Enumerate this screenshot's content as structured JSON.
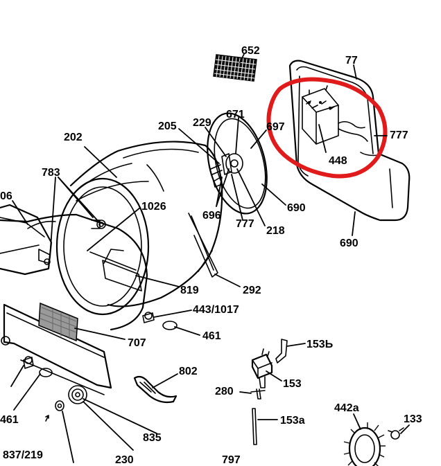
{
  "colors": {
    "highlight": "#e11b1b",
    "ink": "#000000",
    "background": "#ffffff"
  },
  "labels": {
    "p652": "652",
    "p77": "77",
    "p671": "671",
    "p697": "697",
    "p777a": "777",
    "p777b": "777",
    "p448": "448",
    "p690a": "690",
    "p690b": "690",
    "p205": "205",
    "p229": "229",
    "p202": "202",
    "p783": "783",
    "p06": "06",
    "p1026": "1026",
    "p696": "696",
    "p218": "218",
    "p819": "819",
    "p292": "292",
    "p443": "443/1017",
    "p461a": "461",
    "p707": "707",
    "p153b": "153Ь",
    "p153": "153",
    "p802": "802",
    "p280": "280",
    "p153a": "153a",
    "p461b": "461",
    "p835": "835",
    "p442a": "442a",
    "p133": "133",
    "p837": "837/219",
    "p230": "230",
    "p797": "797"
  }
}
